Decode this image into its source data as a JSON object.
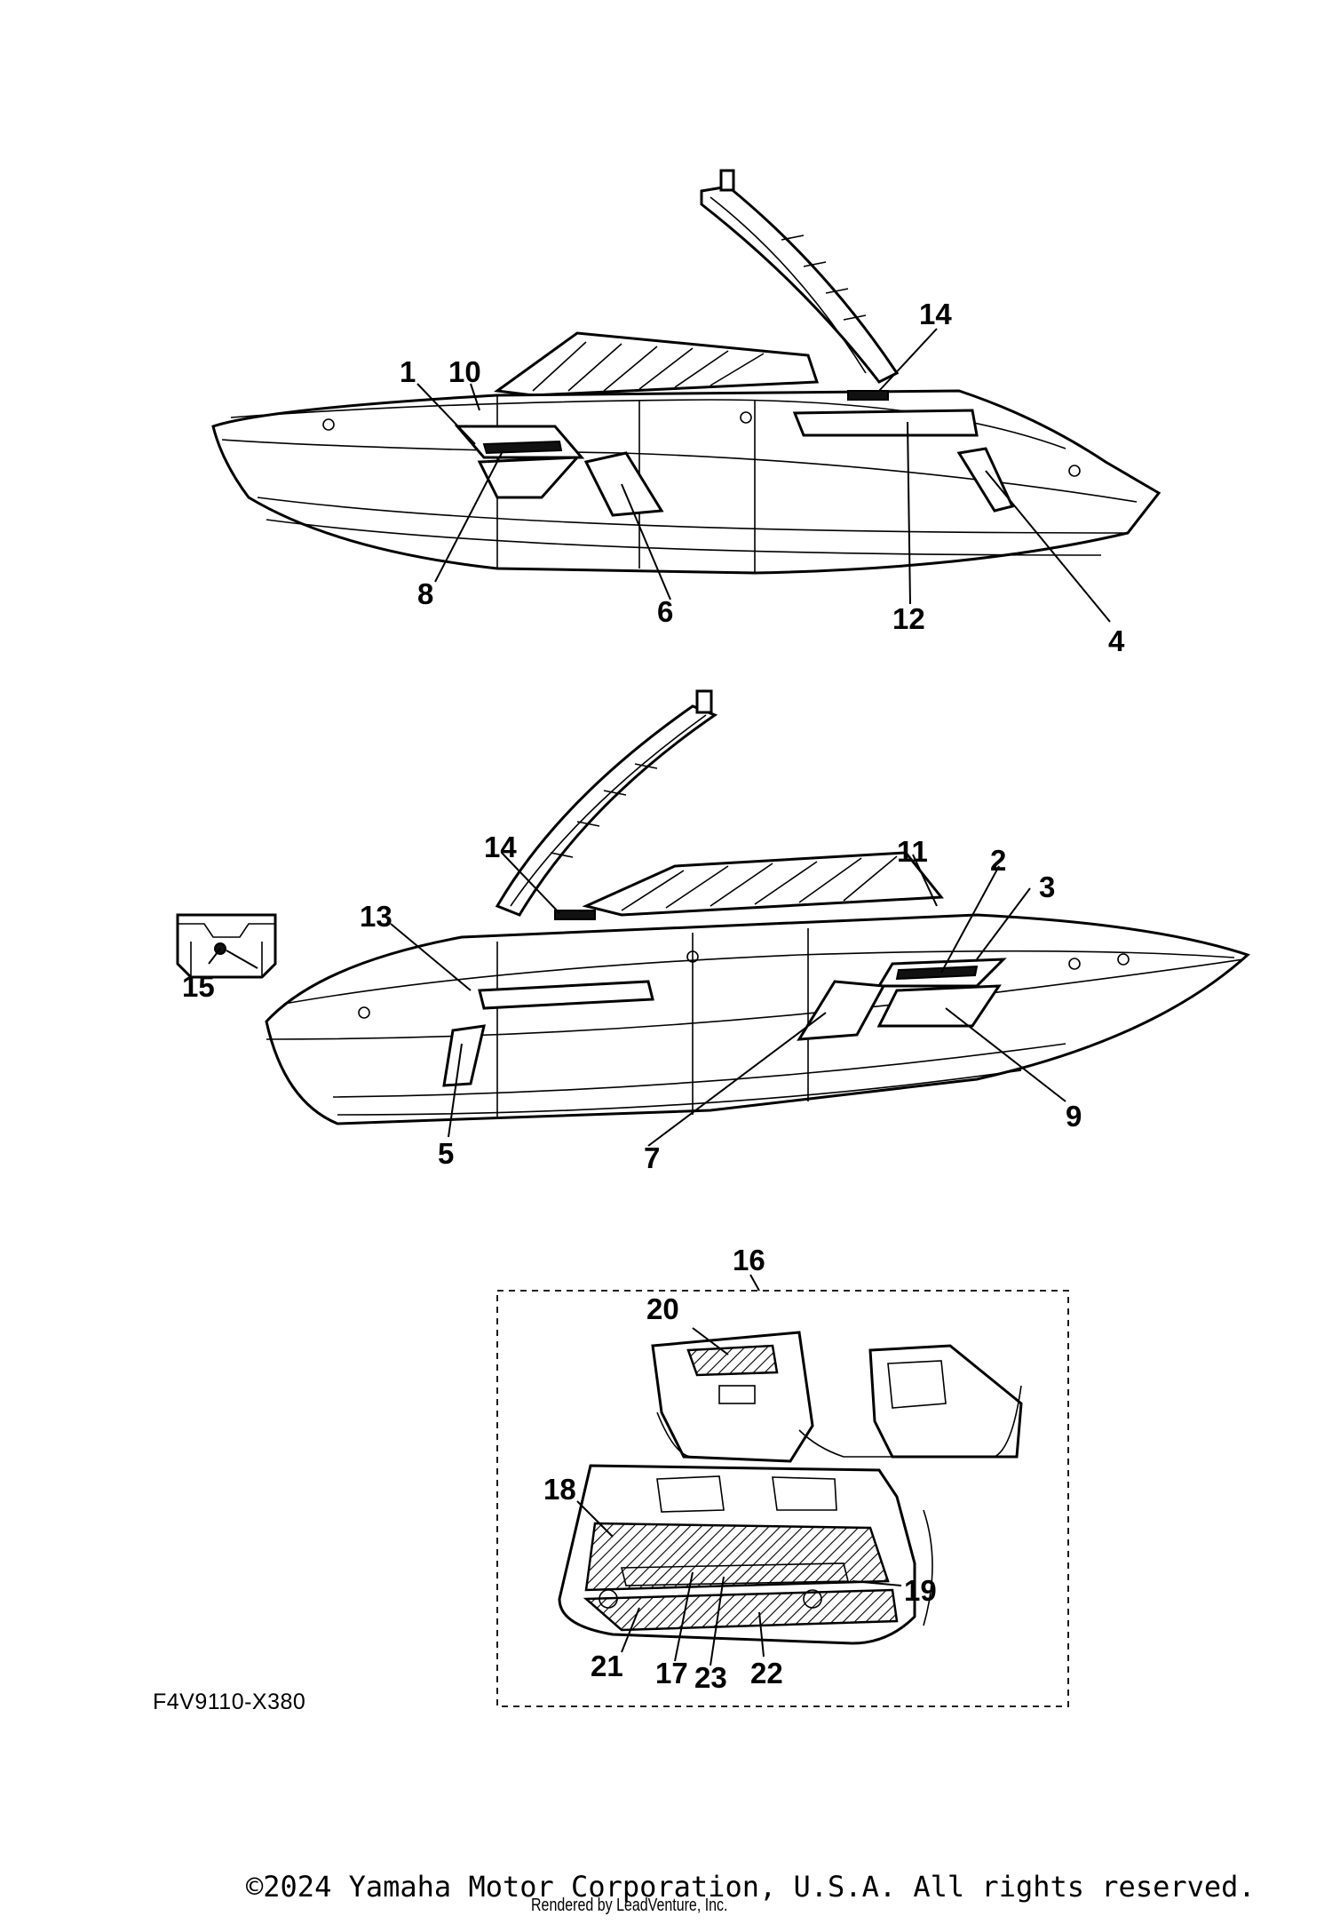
{
  "diagram": {
    "callouts": {
      "c1": "1",
      "c2": "2",
      "c3": "3",
      "c4": "4",
      "c5": "5",
      "c6": "6",
      "c7": "7",
      "c8": "8",
      "c9": "9",
      "c10": "10",
      "c11": "11",
      "c12": "12",
      "c13": "13",
      "c14a": "14",
      "c14b": "14",
      "c15": "15",
      "c16": "16",
      "c17": "17",
      "c18": "18",
      "c19": "19",
      "c20": "20",
      "c21": "21",
      "c22": "22",
      "c23": "23"
    },
    "figure_code": "F4V9110-X380"
  },
  "footer": {
    "copyright": "©2024 Yamaha Motor Corporation, U.S.A. All rights reserved.",
    "rendered_by": "Rendered by LeadVenture, Inc."
  }
}
